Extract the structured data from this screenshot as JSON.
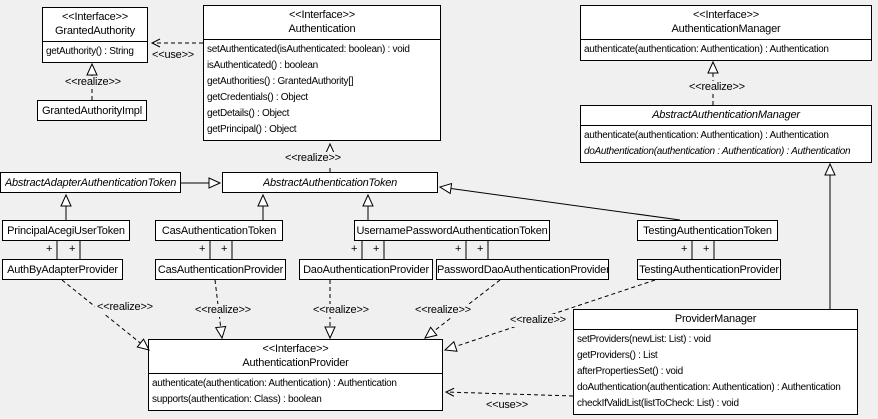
{
  "diagram": {
    "background_color": "#f0f0f0",
    "box_fill_color": "#ffffff",
    "line_color": "#000000"
  },
  "classes": {
    "grantedAuthority": {
      "stereotype": "<<Interface>>",
      "name": "GrantedAuthority",
      "methods": [
        "getAuthority() : String"
      ]
    },
    "grantedAuthorityImpl": {
      "name": "GrantedAuthorityImpl"
    },
    "authentication": {
      "stereotype": "<<Interface>>",
      "name": "Authentication",
      "methods": [
        "setAuthenticated(isAuthenticated: boolean) : void",
        "isAuthenticated() : boolean",
        "getAuthorities() : GrantedAuthority[]",
        "getCredentials() : Object",
        "getDetails() : Object",
        "getPrincipal() : Object"
      ]
    },
    "authenticationManager": {
      "stereotype": "<<Interface>>",
      "name": "AuthenticationManager",
      "methods": [
        "authenticate(authentication: Authentication) : Authentication"
      ]
    },
    "abstractAuthenticationManager": {
      "name": "AbstractAuthenticationManager",
      "methods": [
        "authenticate(authentication: Authentication) : Authentication",
        "doAuthentication(authentication : Authentication) : Authentication"
      ]
    },
    "abstractAdapterAuthenticationToken": {
      "name": "AbstractAdapterAuthenticationToken"
    },
    "abstractAuthenticationToken": {
      "name": "AbstractAuthenticationToken"
    },
    "principalAcegiUserToken": {
      "name": "PrincipalAcegiUserToken"
    },
    "casAuthenticationToken": {
      "name": "CasAuthenticationToken"
    },
    "usernamePasswordAuthenticationToken": {
      "name": "UsernamePasswordAuthenticationToken"
    },
    "testingAuthenticationToken": {
      "name": "TestingAuthenticationToken"
    },
    "authByAdapterProvider": {
      "name": "AuthByAdapterProvider"
    },
    "casAuthenticationProvider": {
      "name": "CasAuthenticationProvider"
    },
    "daoAuthenticationProvider": {
      "name": "DaoAuthenticationProvider"
    },
    "passwordDaoAuthenticationProvider": {
      "name": "PasswordDaoAuthenticationProvider"
    },
    "testingAuthenticationProvider": {
      "name": "TestingAuthenticationProvider"
    },
    "providerManager": {
      "name": "ProviderManager",
      "methods": [
        "setProviders(newList: List) : void",
        "getProviders() : List",
        "afterPropertiesSet() : void",
        "doAuthentication(authentication: Authentication) : Authentication",
        "checkIfValidList(listToCheck: List) : void"
      ]
    },
    "authenticationProvider": {
      "stereotype": "<<Interface>>",
      "name": "AuthenticationProvider",
      "methods": [
        "authenticate(authentication: Authentication) : Authentication",
        "supports(authentication: Class) : boolean"
      ]
    }
  },
  "edge_labels": {
    "use": "<<use>>",
    "realize": "<<realize>>",
    "plus": "+"
  }
}
